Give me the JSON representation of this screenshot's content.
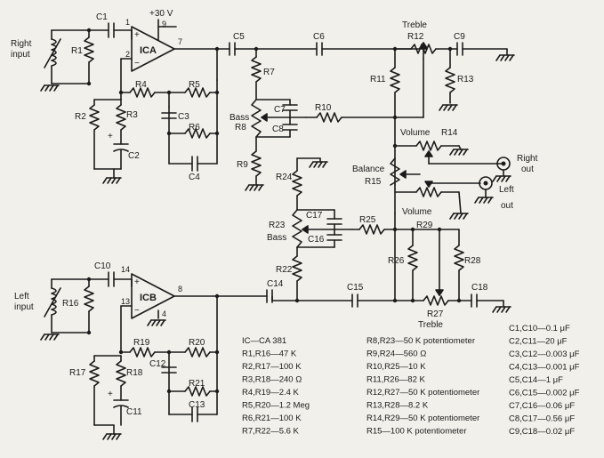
{
  "supply": "+30 V",
  "ic_a": {
    "name": "ICA",
    "pins": [
      "1",
      "2",
      "7",
      "9"
    ],
    "plus": "+",
    "minus": "−"
  },
  "ic_b": {
    "name": "ICB",
    "pins": [
      "14",
      "13",
      "8",
      "4"
    ],
    "plus": "+",
    "minus": "−"
  },
  "inputs": {
    "right": [
      "Right",
      "input"
    ],
    "left": [
      "Left",
      "input"
    ]
  },
  "outputs": {
    "right": [
      "Right",
      "out"
    ],
    "left": [
      "Left",
      "out"
    ]
  },
  "control_labels": {
    "treble_top": "Treble",
    "treble_bottom": "Treble",
    "bass_top": "Bass",
    "bass_bottom": "Bass",
    "volume_top": "Volume",
    "volume_bottom": "Volume",
    "balance": "Balance"
  },
  "components": {
    "C1": "C1",
    "R1": "R1",
    "C5": "C5",
    "C6": "C6",
    "R12": "R12",
    "C9": "C9",
    "R4": "R4",
    "R5": "R5",
    "R2": "R2",
    "R3": "R3",
    "C3": "C3",
    "R6": "R6",
    "C2": "C2",
    "C4": "C4",
    "R7": "R7",
    "R8": "R8",
    "C7": "C7",
    "C8": "C8",
    "R10": "R10",
    "R11": "R11",
    "R13": "R13",
    "R14": "R14",
    "R9": "R9",
    "R15": "R15",
    "R24": "R24",
    "R23": "R23",
    "C17": "C17",
    "C16": "C16",
    "R25": "R25",
    "R29": "R29",
    "R26": "R26",
    "R28": "R28",
    "R22": "R22",
    "C10": "C10",
    "R16": "R16",
    "C14": "C14",
    "C15": "C15",
    "R27": "R27",
    "C18": "C18",
    "R19": "R19",
    "R20": "R20",
    "C12": "C12",
    "R17": "R17",
    "R18": "R18",
    "R21": "R21",
    "C11": "C11",
    "C13": "C13"
  },
  "polarity": {
    "plus": "+"
  },
  "legend_col1": [
    "IC—CA 381",
    "R1,R16—47 K",
    "R2,R17—100 K",
    "R3,R18—240 Ω",
    "R4,R19—2.4 K",
    "R5,R20—1.2 Meg",
    "R6,R21—100 K",
    "R7,R22—5.6 K"
  ],
  "legend_col2": [
    "R8,R23—50 K potentiometer",
    "R9,R24—560 Ω",
    "R10,R25—10 K",
    "R11,R26—82 K",
    "R12,R27—50 K potentiometer",
    "R13,R28—8.2 K",
    "R14,R29—50 K potentiometer",
    "R15—100 K potentiometer"
  ],
  "legend_col3": [
    "C1,C10—0.1 μF",
    "C2,C11—20 μF",
    "C3,C12—0.003 μF",
    "C4,C13—0.001 μF",
    "C5,C14—1 μF",
    "C6,C15—0.002 μF",
    "C7,C16—0.06 μF",
    "C8,C17—0.56 μF",
    "C9,C18—0.02 μF"
  ]
}
